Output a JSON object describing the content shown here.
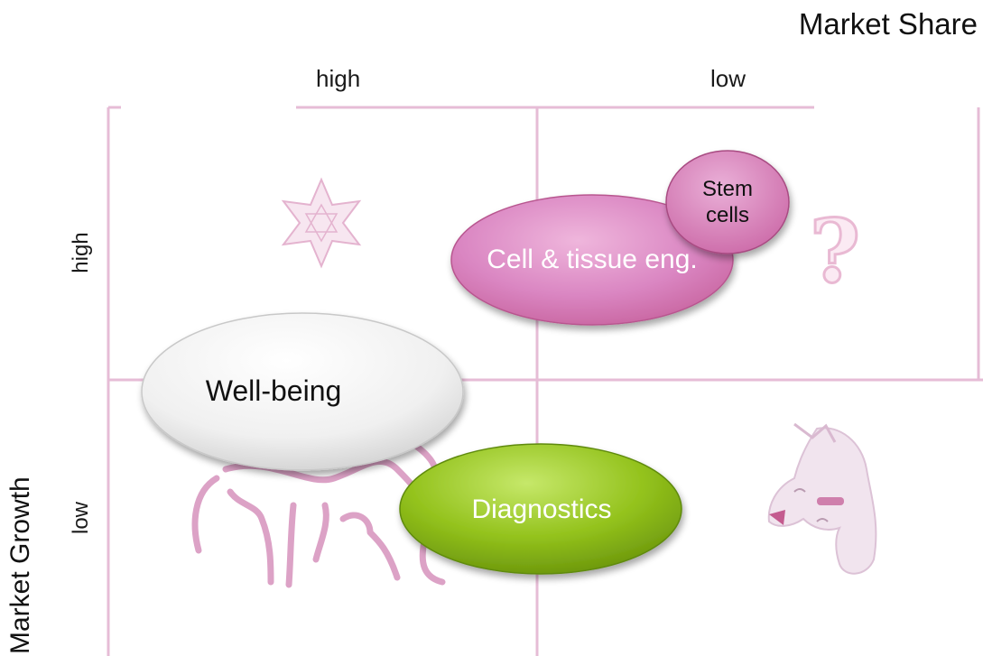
{
  "title": "Market Share",
  "columns": {
    "left": "high",
    "right": "low"
  },
  "y_axis": {
    "title": "Market Growth",
    "top": "high",
    "bottom": "low"
  },
  "bubbles": {
    "cell_tissue": "Cell & tissue eng.",
    "stem_cells": "Stem cells",
    "well_being": "Well-being",
    "diagnostics": "Diagnostics"
  },
  "quadrant_icons": {
    "top_left": "star-icon",
    "top_right": "question-mark-icon",
    "bottom_left": "cow-icon",
    "bottom_right": "dog-icon"
  },
  "colors": {
    "grid": "#e6bcd6",
    "pink_bubble": "#d884c0",
    "green_bubble": "#8fbf1a",
    "white_bubble": "#f4f4f4"
  }
}
